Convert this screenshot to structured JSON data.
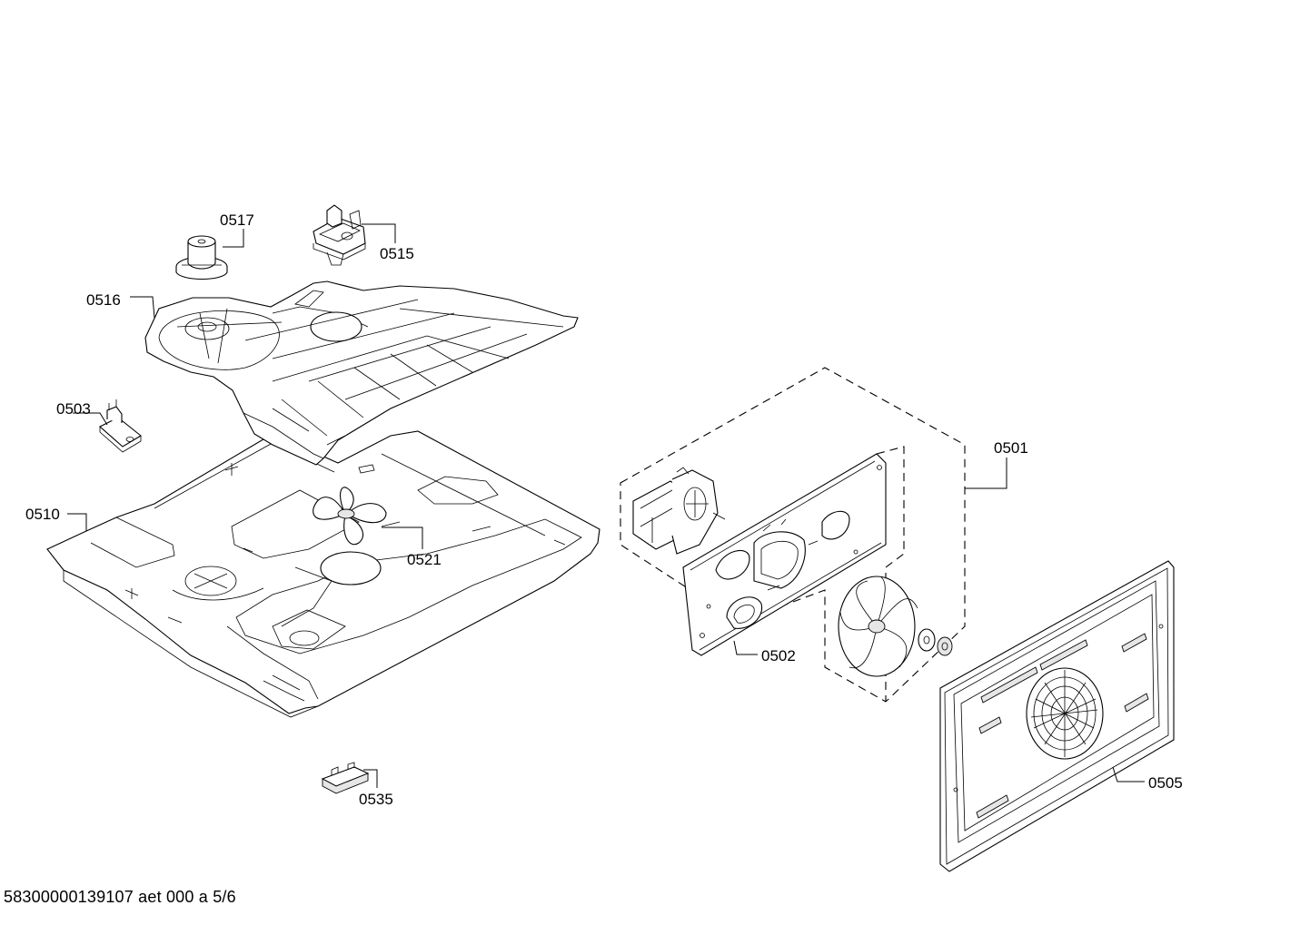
{
  "diagram": {
    "labels": {
      "p0501": "0501",
      "p0502": "0502",
      "p0503": "0503",
      "p0505": "0505",
      "p0510": "0510",
      "p0515": "0515",
      "p0516": "0516",
      "p0517": "0517",
      "p0521": "0521",
      "p0535": "0535"
    }
  },
  "footer": {
    "code": "58300000139107 aet 000 a 5/6"
  },
  "colors": {
    "line": "#000000",
    "background": "#ffffff",
    "shade": "#e6e6e6"
  }
}
